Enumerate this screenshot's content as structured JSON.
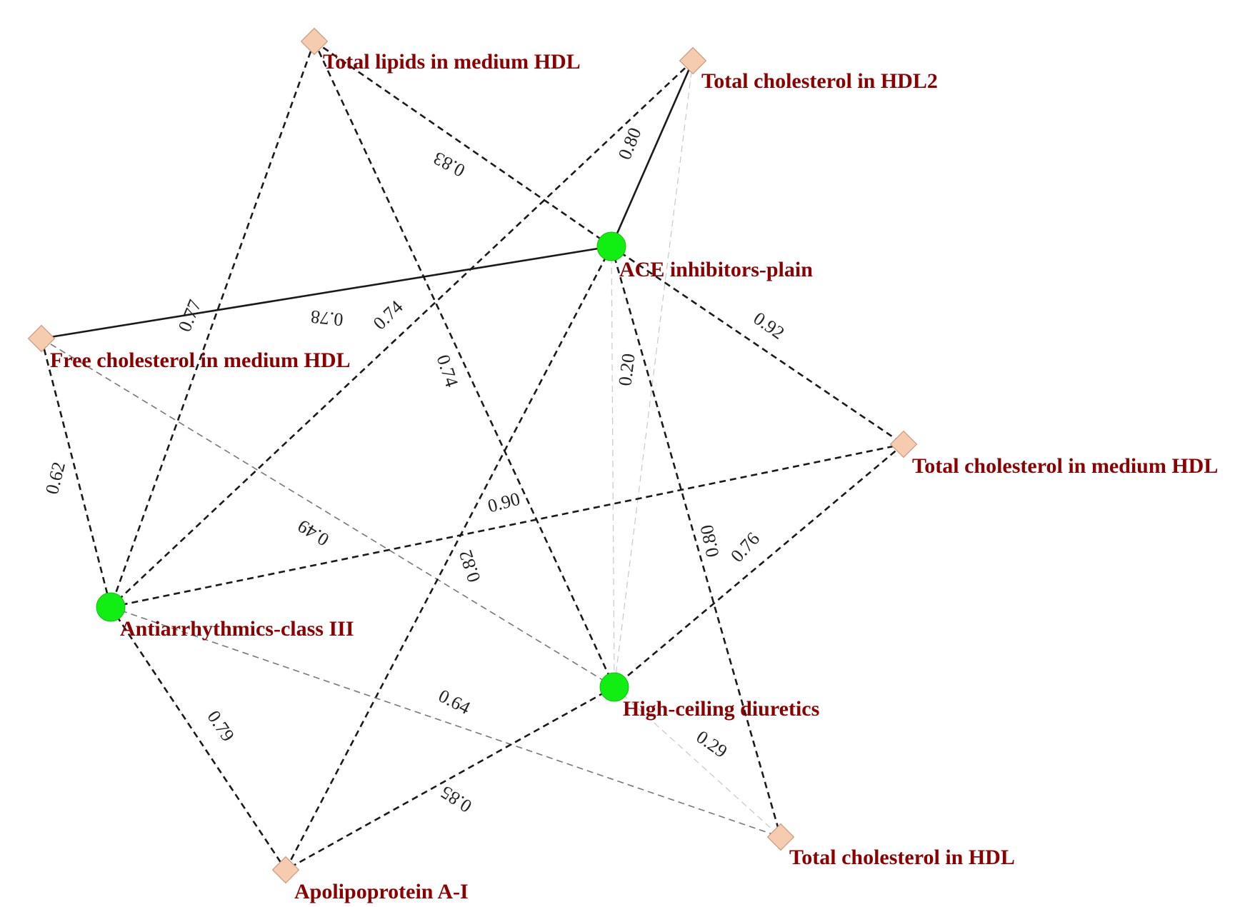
{
  "colors": {
    "drug_node": "#11ee11",
    "lipid_node_fill": "#f6ccb0",
    "lipid_node_stroke": "#c89a80",
    "label": "#8b0000",
    "edge_strong": "#1a1a1a",
    "edge_medium": "#777777",
    "edge_faint": "#c8c8c8"
  },
  "nodes": [
    {
      "id": "total_lipids_medium_hdl",
      "label": "Total lipids in medium HDL",
      "kind": "lipid"
    },
    {
      "id": "total_cholesterol_hdl2",
      "label": "Total cholesterol in HDL2",
      "kind": "lipid"
    },
    {
      "id": "ace_inhibitors_plain",
      "label": "ACE inhibitors-plain",
      "kind": "drug"
    },
    {
      "id": "free_cholesterol_medium_hdl",
      "label": "Free cholesterol in medium HDL",
      "kind": "lipid"
    },
    {
      "id": "total_cholesterol_medium_hdl",
      "label": "Total cholesterol in medium HDL",
      "kind": "lipid"
    },
    {
      "id": "antiarrhythmics_class_iii",
      "label": "Antiarrhythmics-class III",
      "kind": "drug"
    },
    {
      "id": "high_ceiling_diuretics",
      "label": "High-ceiling diuretics",
      "kind": "drug"
    },
    {
      "id": "total_cholesterol_hdl",
      "label": "Total cholesterol in HDL",
      "kind": "lipid"
    },
    {
      "id": "apolipoprotein_a1",
      "label": "Apolipoprotein A-I",
      "kind": "lipid"
    }
  ],
  "edges": [
    {
      "source": "total_lipids_medium_hdl",
      "target": "ace_inhibitors_plain",
      "weight": "0.83",
      "style": "dashed",
      "strength": "strong"
    },
    {
      "source": "total_lipids_medium_hdl",
      "target": "antiarrhythmics_class_iii",
      "weight": "0.77",
      "style": "dashed",
      "strength": "strong"
    },
    {
      "source": "total_lipids_medium_hdl",
      "target": "high_ceiling_diuretics",
      "weight": "0.74",
      "style": "dashed",
      "strength": "strong"
    },
    {
      "source": "total_cholesterol_hdl2",
      "target": "ace_inhibitors_plain",
      "weight": "0.80",
      "style": "solid",
      "strength": "strong"
    },
    {
      "source": "total_cholesterol_hdl2",
      "target": "antiarrhythmics_class_iii",
      "weight": "0.74",
      "style": "dashed",
      "strength": "strong"
    },
    {
      "source": "total_cholesterol_hdl2",
      "target": "high_ceiling_diuretics",
      "weight": "",
      "style": "dashed",
      "strength": "faint"
    },
    {
      "source": "free_cholesterol_medium_hdl",
      "target": "ace_inhibitors_plain",
      "weight": "0.78",
      "style": "solid",
      "strength": "strong"
    },
    {
      "source": "free_cholesterol_medium_hdl",
      "target": "antiarrhythmics_class_iii",
      "weight": "0.62",
      "style": "dashed",
      "strength": "strong"
    },
    {
      "source": "free_cholesterol_medium_hdl",
      "target": "high_ceiling_diuretics",
      "weight": "0.49",
      "style": "dashed",
      "strength": "medium"
    },
    {
      "source": "ace_inhibitors_plain",
      "target": "total_cholesterol_medium_hdl",
      "weight": "0.92",
      "style": "dashed",
      "strength": "strong"
    },
    {
      "source": "ace_inhibitors_plain",
      "target": "apolipoprotein_a1",
      "weight": "0.82",
      "style": "dashed",
      "strength": "strong"
    },
    {
      "source": "ace_inhibitors_plain",
      "target": "total_cholesterol_hdl",
      "weight": "0.80",
      "style": "dashed",
      "strength": "strong"
    },
    {
      "source": "ace_inhibitors_plain",
      "target": "high_ceiling_diuretics",
      "weight": "0.20",
      "style": "dashed",
      "strength": "faint"
    },
    {
      "source": "antiarrhythmics_class_iii",
      "target": "total_cholesterol_medium_hdl",
      "weight": "0.90",
      "style": "dashed",
      "strength": "strong"
    },
    {
      "source": "antiarrhythmics_class_iii",
      "target": "apolipoprotein_a1",
      "weight": "0.79",
      "style": "dashed",
      "strength": "strong"
    },
    {
      "source": "antiarrhythmics_class_iii",
      "target": "total_cholesterol_hdl",
      "weight": "0.64",
      "style": "dashed",
      "strength": "medium"
    },
    {
      "source": "total_cholesterol_medium_hdl",
      "target": "high_ceiling_diuretics",
      "weight": "0.76",
      "style": "dashed",
      "strength": "strong"
    },
    {
      "source": "high_ceiling_diuretics",
      "target": "apolipoprotein_a1",
      "weight": "0.85",
      "style": "dashed",
      "strength": "strong"
    },
    {
      "source": "high_ceiling_diuretics",
      "target": "total_cholesterol_hdl",
      "weight": "0.29",
      "style": "dashed",
      "strength": "faint"
    }
  ]
}
